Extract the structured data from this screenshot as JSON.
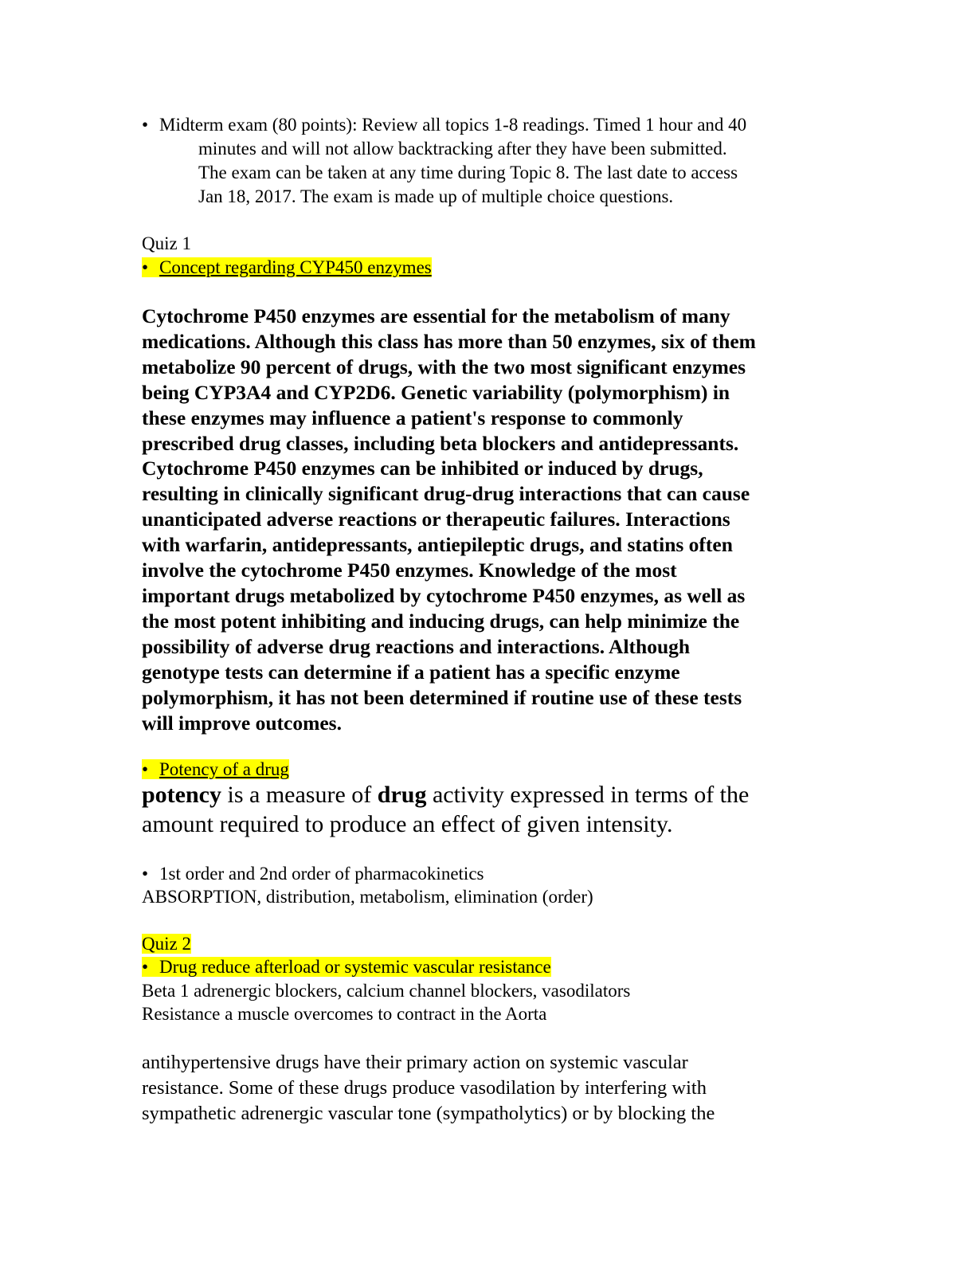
{
  "midterm": {
    "bullet": "•",
    "lines": [
      "Midterm exam (80 points): Review all topics 1-8 readings. Timed 1 hour and 40",
      "minutes and will not allow backtracking after they have been submitted.",
      "The exam can be taken at any time during Topic 8. The last date to access",
      "Jan 18, 2017. The exam is made up of multiple choice questions."
    ]
  },
  "quiz1": {
    "title": "Quiz 1",
    "cyp_heading": "Concept regarding CYP450 enzymes",
    "cyp_paragraph": [
      "Cytochrome P450 enzymes are essential for the metabolism of many",
      "medications. Although this class has more than 50 enzymes, six of them",
      "metabolize 90 percent of drugs, with the two most significant enzymes",
      "being CYP3A4 and CYP2D6. Genetic variability (polymorphism) in",
      "these enzymes may influence a patient's response to commonly",
      "prescribed drug classes, including beta blockers and antidepressants.",
      "Cytochrome P450 enzymes can be inhibited or induced by drugs,",
      "resulting in clinically significant drug-drug interactions that can cause",
      "unanticipated adverse reactions or therapeutic failures. Interactions",
      "with warfarin, antidepressants, antiepileptic drugs, and statins often",
      "involve the cytochrome P450 enzymes. Knowledge of the most",
      "important drugs metabolized by cytochrome P450 enzymes, as well as",
      "the most potent inhibiting and inducing drugs, can help minimize the",
      "possibility of adverse drug reactions and interactions. Although",
      "genotype tests can determine if a patient has a specific enzyme",
      "polymorphism, it has not been determined if routine use of these tests",
      "will improve outcomes."
    ],
    "potency_heading": "Potency of a drug",
    "potency_word": "potency",
    "potency_mid": " is a measure of ",
    "drug_word": "drug",
    "potency_rest": " activity expressed in terms of the",
    "potency_line2": "amount required to produce an effect of given intensity.",
    "pk_heading": "1st order and 2nd order of pharmacokinetics",
    "pk_line": "ABSORPTION, distribution, metabolism, elimination (order)"
  },
  "quiz2": {
    "title": "Quiz 2",
    "afterload_heading": "Drug reduce afterload or systemic vascular resistance",
    "line1": "Beta 1 adrenergic blockers, calcium channel blockers, vasodilators",
    "line2": "Resistance a muscle overcomes to contract in the Aorta",
    "paragraph": [
      "antihypertensive drugs have their primary action on systemic vascular",
      "resistance. Some of these drugs produce vasodilation by interfering with",
      "sympathetic adrenergic vascular tone (sympatholytics) or by blocking the"
    ]
  }
}
